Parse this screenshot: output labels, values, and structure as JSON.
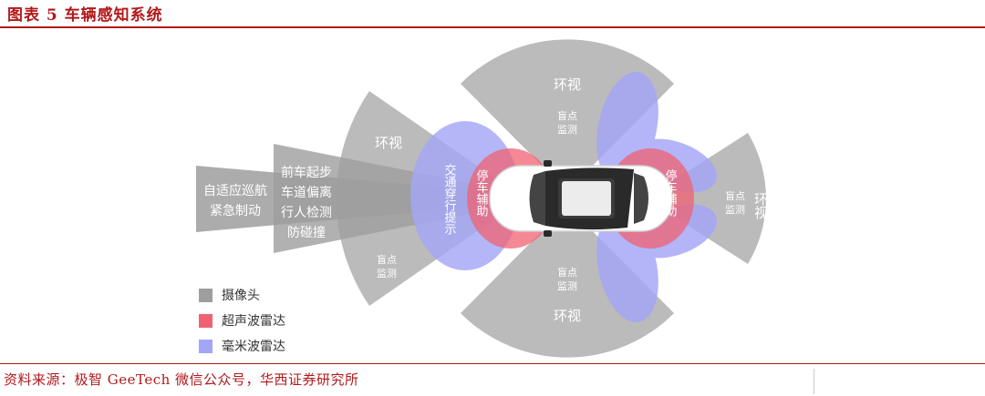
{
  "title": "图表 5 车辆感知系统",
  "source": "资料来源：极智 GeeTech 微信公众号，华西证券研究所",
  "colors": {
    "accent": "#b2181b",
    "camera": "#9e9e9e",
    "ultrasonic": "#f06272",
    "radar": "#a3a6f7"
  },
  "labels": {
    "acc_line1": "自适应巡航",
    "acc_line2": "紧急制动",
    "front_line1": "前车起步",
    "front_line2": "车道偏离",
    "front_line3": "行人检测",
    "front_line4": "防碰撞",
    "surround_left": "环视",
    "surround_top": "环视",
    "surround_bottom": "环视",
    "surround_right": "环视",
    "cross_traffic": "交通穿行提示",
    "parking_front": "停车辅助",
    "parking_rear": "停车辅助",
    "blind_top_1": "盲点",
    "blind_top_2": "监测",
    "blind_bottom_1": "盲点",
    "blind_bottom_2": "监测",
    "blind_left_1": "盲点",
    "blind_left_2": "监测",
    "blind_right_1": "盲点",
    "blind_right_2": "监测"
  },
  "legend": [
    {
      "label": "摄像头",
      "color": "#9e9e9e"
    },
    {
      "label": "超声波雷达",
      "color": "#f06272"
    },
    {
      "label": "毫米波雷达",
      "color": "#a3a6f7"
    }
  ]
}
